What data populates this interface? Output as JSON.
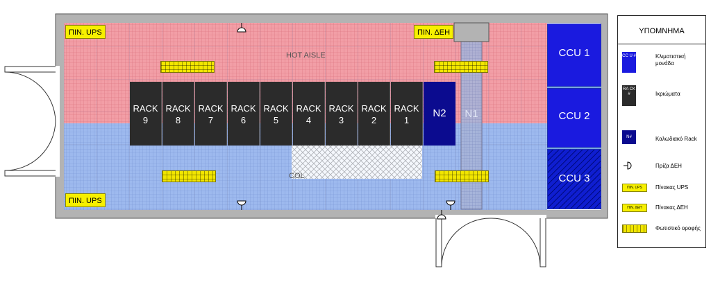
{
  "floorplan": {
    "hot_aisle_label": "HOT AISLE",
    "cold_aisle_label": "COL",
    "racks": [
      {
        "line1": "RACK",
        "line2": "9"
      },
      {
        "line1": "RACK",
        "line2": "8"
      },
      {
        "line1": "RACK",
        "line2": "7"
      },
      {
        "line1": "RACK",
        "line2": "6"
      },
      {
        "line1": "RACK",
        "line2": "5"
      },
      {
        "line1": "RACK",
        "line2": "4"
      },
      {
        "line1": "RACK",
        "line2": "3"
      },
      {
        "line1": "RACK",
        "line2": "2"
      },
      {
        "line1": "RACK",
        "line2": "1"
      }
    ],
    "network_racks": {
      "n2": "N2",
      "n1": "N1"
    },
    "ccus": [
      "CCU 1",
      "CCU 2",
      "CCU 3"
    ],
    "panel_ups_top": "ΠΙΝ. UPS",
    "panel_ups_bottom": "ΠΙΝ. UPS",
    "panel_dei_top": "ΠΙΝ. ΔΕΗ"
  },
  "legend": {
    "title": "ΥΠΟΜΝΗΜΑ",
    "ccu_symbol": "CC U #",
    "ccu_text": "Κλιματιστική μονάδα",
    "rack_symbol": "RA CK #",
    "rack_text": "Ικριώματα",
    "cable_symbol": "N#",
    "cable_text": "Καλωδιακό Rack",
    "socket_text": "Πρίζα ΔΕΗ",
    "ups_symbol": "ΠΙΝ. UPS",
    "ups_text": "Πίνακας UPS",
    "dei_symbol": "ΠΙΝ. ΔΕΗ",
    "dei_text": "Πίνακας ΔΕΗ",
    "fixture_text": "Φωτιστικό οροφής"
  },
  "colors": {
    "hot_aisle": "#f29ea6",
    "cold_aisle": "#9db9ee",
    "wall": "#b3b3b3",
    "rack": "#2b2b2b",
    "network_rack": "#0b0b8f",
    "ccu": "#1a1adf",
    "panel": "#f7f000"
  }
}
